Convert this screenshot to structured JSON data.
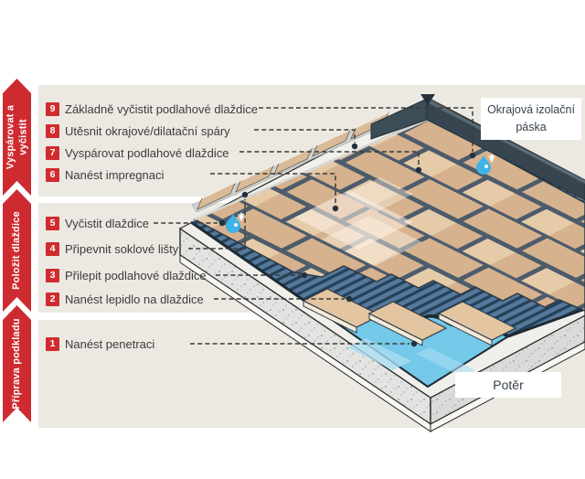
{
  "ribbon": {
    "sections": [
      {
        "label": "Vyspárovat a vyčistit"
      },
      {
        "label": "Položit dlaždice"
      },
      {
        "label": "Příprava podkladu"
      }
    ]
  },
  "steps": [
    {
      "num": "9",
      "label": "Základně vyčistit podlahové dlaždice"
    },
    {
      "num": "8",
      "label": "Utěsnit okrajové/dilatační spáry"
    },
    {
      "num": "7",
      "label": "Vyspárovat podlahové dlaždice"
    },
    {
      "num": "6",
      "label": "Nanést impregnaci"
    },
    {
      "num": "5",
      "label": "Vyčistit dlaždice"
    },
    {
      "num": "4",
      "label": "Připevnit soklové lišty"
    },
    {
      "num": "3",
      "label": "Přilepit podlahové dlaždice"
    },
    {
      "num": "2",
      "label": "Nanést lepidlo na dlaždice"
    },
    {
      "num": "1",
      "label": "Nanést penetraci"
    }
  ],
  "annotations": {
    "edge_tape": "Okrajová izolační páska",
    "screed": "Potěr"
  },
  "palette": {
    "red": "#ce2b31",
    "beige": "#ece9e2",
    "tile": "#d6b28e",
    "tile_light": "#e6cba9",
    "grout": "#4d5c6b",
    "adhesive": "#56789a",
    "adhesive_stripe": "#23415a",
    "penetration": "#74c8e8",
    "penetration_light": "#a9ddf2",
    "concrete": "#e3e3e1",
    "concrete_dark": "#dadad8",
    "screed_light": "#f0efeb",
    "tape": "#36454f",
    "tape_highlight": "#5a6b75",
    "strip": "#d9bb97",
    "band_grey": "#cdd2d4",
    "droplet": "#3fb3e6",
    "ink": "#3c3c3c",
    "outline": "#2e3a44"
  }
}
